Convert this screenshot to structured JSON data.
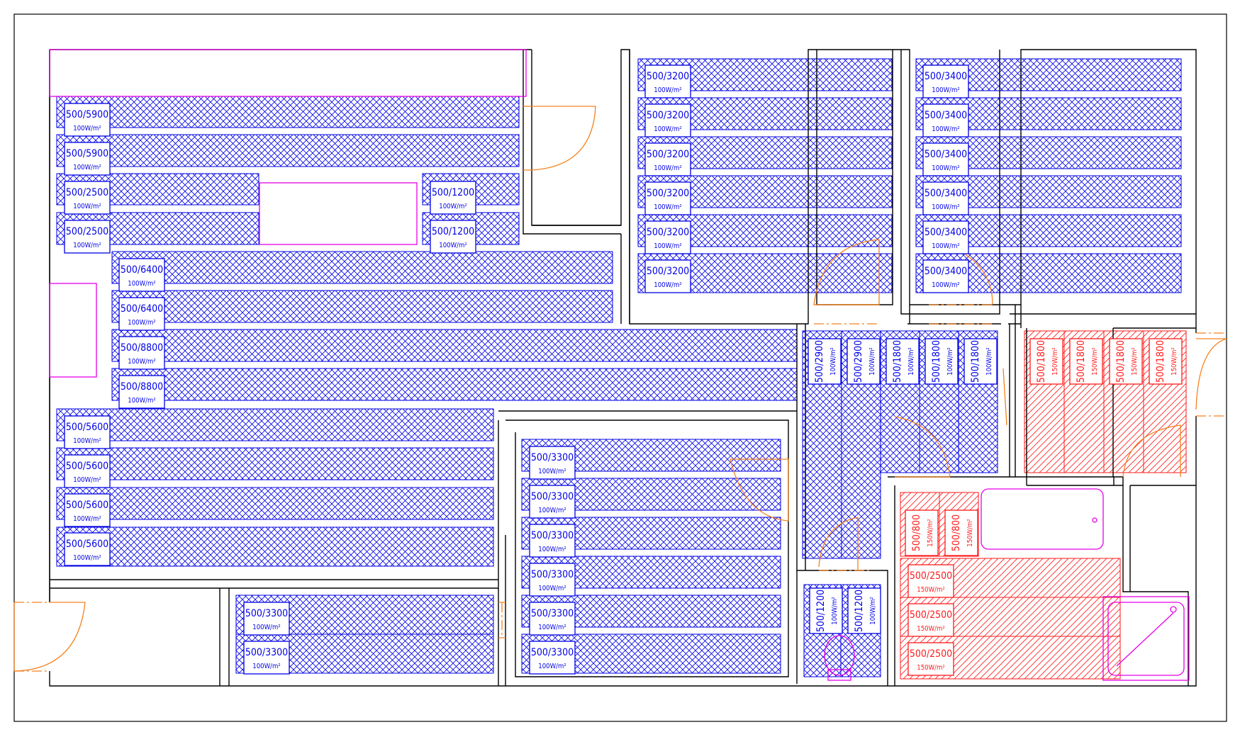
{
  "colors": {
    "standard_mat": "#0000e6",
    "wet_area_mat": "#ff1a1a",
    "walls": "#000000",
    "doors": "#f5821f",
    "fixtures": "#e600e6"
  },
  "power": {
    "standard": "100W/m²",
    "wet_area": "150W/m²"
  },
  "mats": [
    {
      "label": "500/5900",
      "power": "100W/m²"
    },
    {
      "label": "500/5900",
      "power": "100W/m²"
    },
    {
      "label": "500/2500",
      "power": "100W/m²"
    },
    {
      "label": "500/2500",
      "power": "100W/m²"
    },
    {
      "label": "500/1200",
      "power": "100W/m²"
    },
    {
      "label": "500/1200",
      "power": "100W/m²"
    },
    {
      "label": "500/6400",
      "power": "100W/m²"
    },
    {
      "label": "500/6400",
      "power": "100W/m²"
    },
    {
      "label": "500/8800",
      "power": "100W/m²"
    },
    {
      "label": "500/8800",
      "power": "100W/m²"
    },
    {
      "label": "500/5600",
      "power": "100W/m²"
    },
    {
      "label": "500/5600",
      "power": "100W/m²"
    },
    {
      "label": "500/5600",
      "power": "100W/m²"
    },
    {
      "label": "500/5600",
      "power": "100W/m²"
    },
    {
      "label": "500/3200",
      "power": "100W/m²"
    },
    {
      "label": "500/3200",
      "power": "100W/m²"
    },
    {
      "label": "500/3200",
      "power": "100W/m²"
    },
    {
      "label": "500/3200",
      "power": "100W/m²"
    },
    {
      "label": "500/3200",
      "power": "100W/m²"
    },
    {
      "label": "500/3200",
      "power": "100W/m²"
    },
    {
      "label": "500/3400",
      "power": "100W/m²"
    },
    {
      "label": "500/3400",
      "power": "100W/m²"
    },
    {
      "label": "500/3400",
      "power": "100W/m²"
    },
    {
      "label": "500/3400",
      "power": "100W/m²"
    },
    {
      "label": "500/3400",
      "power": "100W/m²"
    },
    {
      "label": "500/3400",
      "power": "100W/m²"
    },
    {
      "label": "500/2900",
      "power": "100W/m²"
    },
    {
      "label": "500/2900",
      "power": "100W/m²"
    },
    {
      "label": "500/1800",
      "power": "100W/m²"
    },
    {
      "label": "500/1800",
      "power": "100W/m²"
    },
    {
      "label": "500/1800",
      "power": "100W/m²"
    },
    {
      "label": "500/1800",
      "power": "150W/m²"
    },
    {
      "label": "500/1800",
      "power": "150W/m²"
    },
    {
      "label": "500/1800",
      "power": "150W/m²"
    },
    {
      "label": "500/1800",
      "power": "150W/m²"
    },
    {
      "label": "500/3300",
      "power": "100W/m²"
    },
    {
      "label": "500/3300",
      "power": "100W/m²"
    },
    {
      "label": "500/3300",
      "power": "100W/m²"
    },
    {
      "label": "500/3300",
      "power": "100W/m²"
    },
    {
      "label": "500/3300",
      "power": "100W/m²"
    },
    {
      "label": "500/3300",
      "power": "100W/m²"
    },
    {
      "label": "500/3300",
      "power": "100W/m²"
    },
    {
      "label": "500/3300",
      "power": "100W/m²"
    },
    {
      "label": "500/1200",
      "power": "100W/m²"
    },
    {
      "label": "500/1200",
      "power": "100W/m²"
    },
    {
      "label": "500/800",
      "power": "150W/m²"
    },
    {
      "label": "500/800",
      "power": "150W/m²"
    },
    {
      "label": "500/2500",
      "power": "150W/m²"
    },
    {
      "label": "500/2500",
      "power": "150W/m²"
    },
    {
      "label": "500/2500",
      "power": "150W/m²"
    }
  ]
}
